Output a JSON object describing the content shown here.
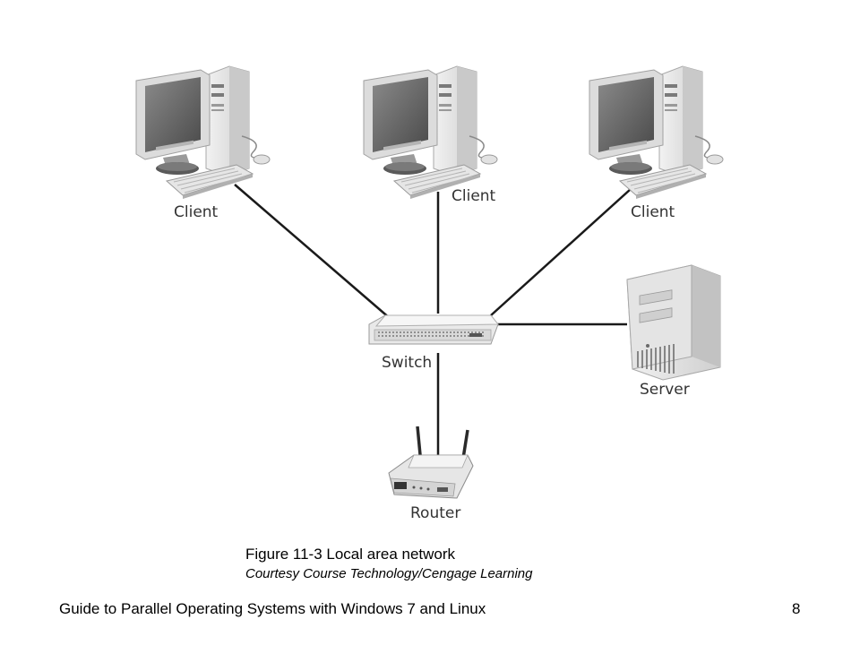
{
  "nodes": {
    "client_left": {
      "label": "Client",
      "icon": "desktop-computer-icon"
    },
    "client_center": {
      "label": "Client",
      "icon": "desktop-computer-icon"
    },
    "client_right": {
      "label": "Client",
      "icon": "desktop-computer-icon"
    },
    "server": {
      "label": "Server",
      "icon": "server-tower-icon"
    },
    "switch": {
      "label": "Switch",
      "icon": "network-switch-icon"
    },
    "router": {
      "label": "Router",
      "icon": "wireless-router-icon"
    }
  },
  "edges": [
    {
      "from": "client_left",
      "to": "switch"
    },
    {
      "from": "client_center",
      "to": "switch"
    },
    {
      "from": "client_right",
      "to": "switch"
    },
    {
      "from": "server",
      "to": "switch"
    },
    {
      "from": "router",
      "to": "switch"
    }
  ],
  "caption": {
    "title": "Figure 11-3 Local area network",
    "credit": "Courtesy Course Technology/Cengage Learning"
  },
  "footer": {
    "title": "Guide to Parallel Operating Systems with Windows 7 and Linux",
    "page": "8"
  },
  "colors": {
    "background": "#ffffff",
    "connector": "#1a1a1a",
    "device_light": "#e8e8e8",
    "device_mid": "#c4c4c4",
    "device_dark": "#555555"
  }
}
